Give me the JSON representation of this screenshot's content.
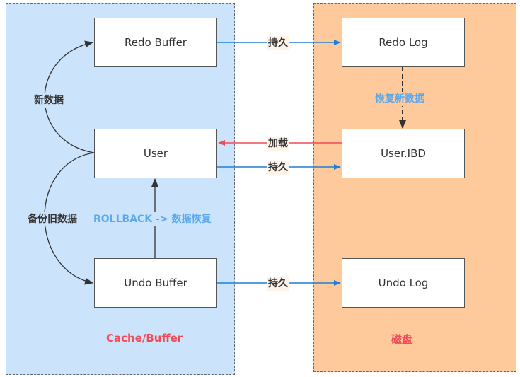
{
  "regions": {
    "cache": {
      "label": "Cache/Buffer",
      "label_color": "#f24a57",
      "fill": "#cce4fb"
    },
    "disk": {
      "label": "磁盘",
      "label_color": "#f24a57",
      "fill": "#fec99b"
    }
  },
  "nodes": {
    "redo_buffer": "Redo Buffer",
    "user": "User",
    "undo_buffer": "Undo Buffer",
    "redo_log": "Redo Log",
    "user_ibd": "User.IBD",
    "undo_log": "Undo Log"
  },
  "edges": {
    "persist_redo": "持久",
    "load_user": "加载",
    "persist_user": "持久",
    "persist_undo": "持久",
    "recover_new_data": "恢复新数据",
    "new_data": "新数据",
    "backup_old_data": "备份旧数据",
    "rollback": "ROLLBACK -> 数据恢复"
  },
  "colors": {
    "blue_arrow": "#1e7fd6",
    "red_arrow": "#f24a57",
    "dark_arrow": "#333333",
    "light_blue_text": "#5aa9ee"
  }
}
